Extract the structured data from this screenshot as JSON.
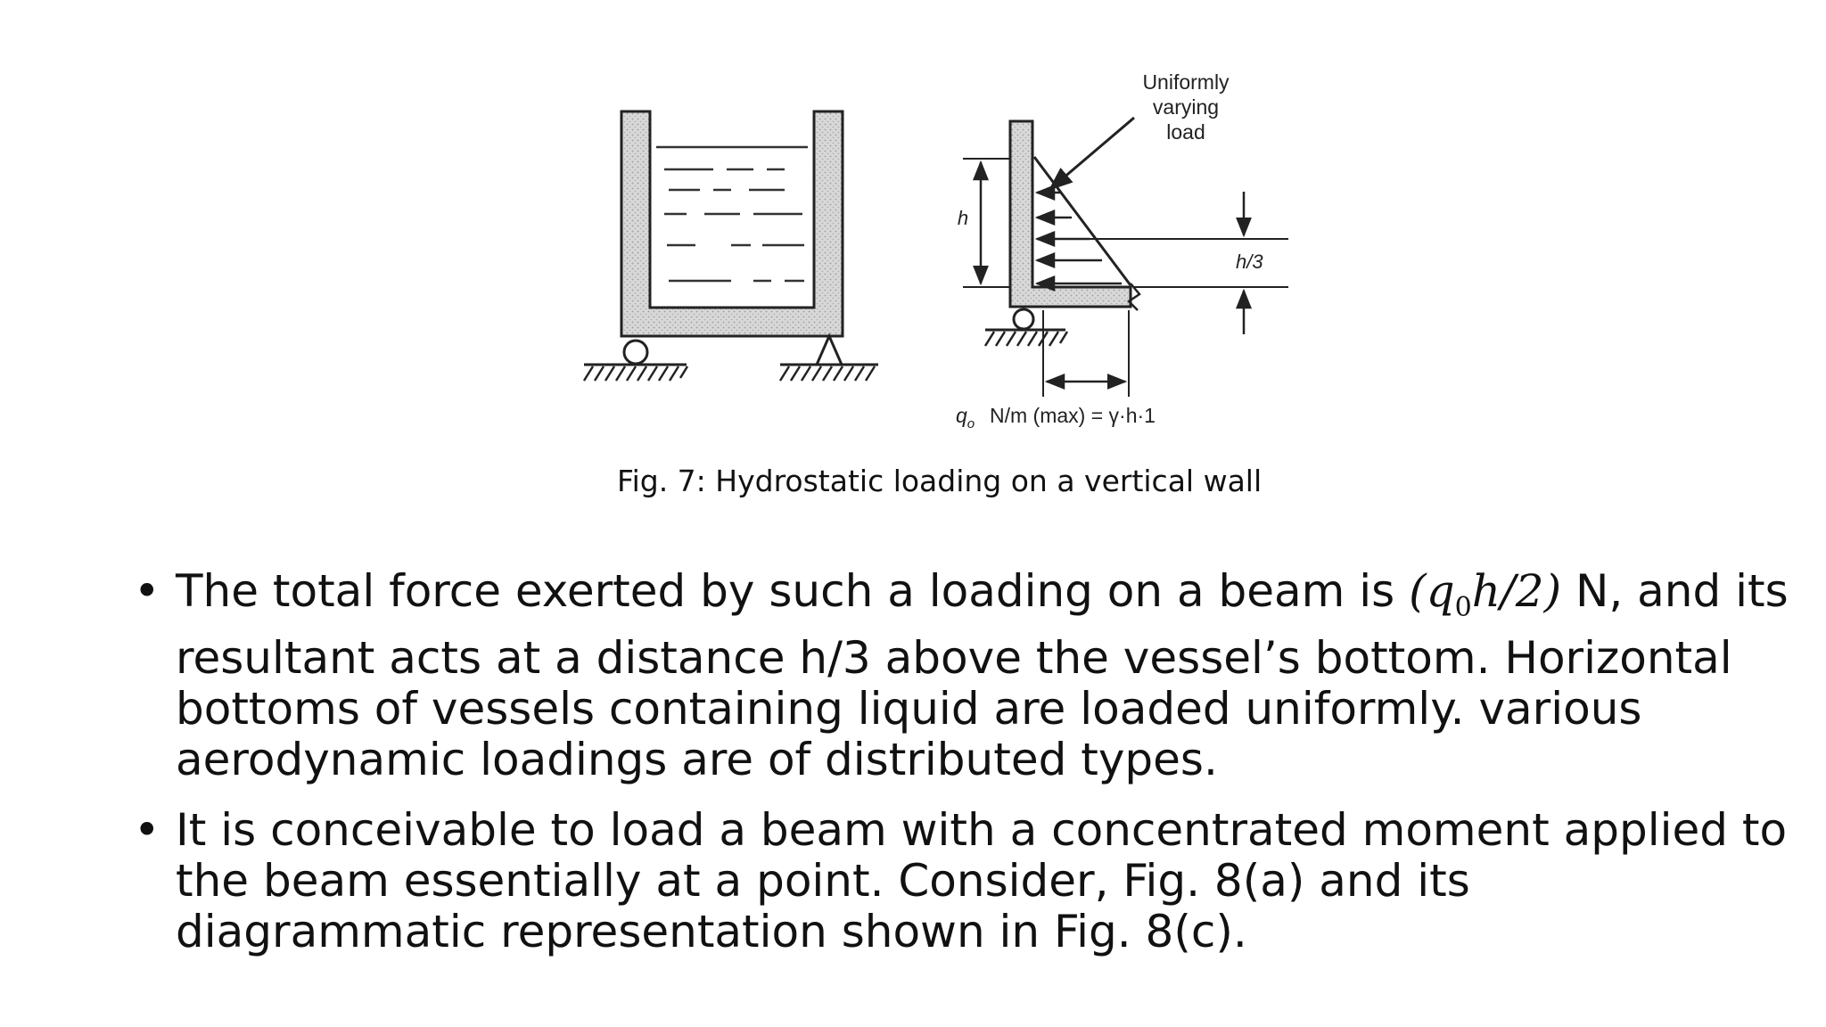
{
  "figure": {
    "label_uniformly": "Uniformly",
    "label_varying": "varying",
    "label_load": "load",
    "label_h": "h",
    "label_h3": "h/3",
    "label_q0": "q",
    "label_q0_sub": "o",
    "label_formula": "N/m (max) = γ·h·1"
  },
  "caption": "Fig. 7: Hydrostatic loading on a vertical wall",
  "bullets": {
    "b1_pre": "The total force exerted by such a loading on a beam is ",
    "b1_math_q": "(q",
    "b1_math_sub": "0",
    "b1_math_rest": "h/2)",
    "b1_post": " N, and its resultant acts at a distance h/3 above the vessel’s bottom. Horizontal bottoms of vessels containing liquid are loaded uniformly. various aerodynamic loadings are of distributed types.",
    "b2": "It is conceivable to load a beam with a concentrated moment applied to the beam essentially at a point. Consider, Fig. 8(a) and its diagrammatic representation shown in Fig. 8(c)."
  },
  "colors": {
    "wall_fill": "#d6d6d6",
    "line": "#222222"
  }
}
